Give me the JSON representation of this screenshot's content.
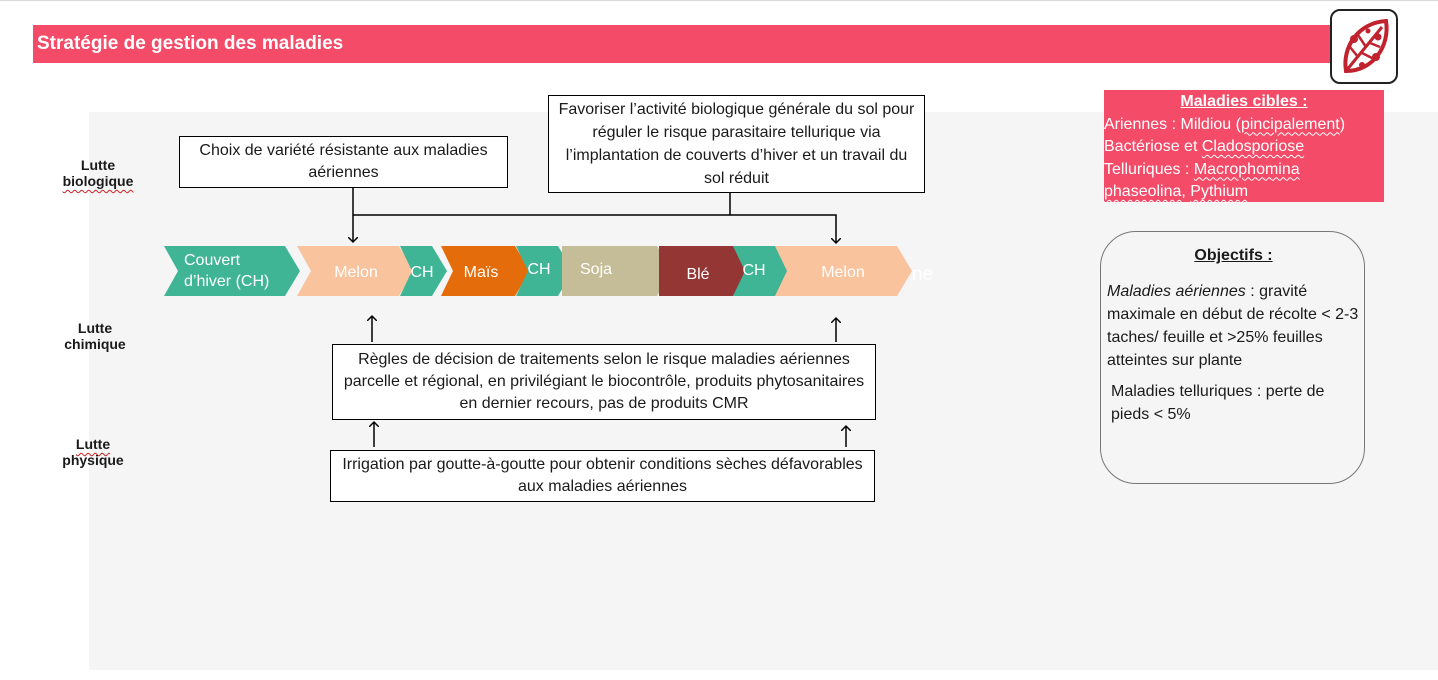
{
  "title": "Stratégie de gestion des maladies",
  "logo": {
    "icon": "diseased-leaf-icon",
    "color": "#c0222e"
  },
  "colors": {
    "title_bar": "#f34b68",
    "teal": "#3fb596",
    "peach": "#f8c39d",
    "orange": "#e46c0a",
    "khaki": "#c4bd97",
    "wine": "#943634"
  },
  "lutte_labels": {
    "biologique": {
      "line1": "Lutte",
      "line2": "biologique"
    },
    "chimique": {
      "line1": "Lutte",
      "line2": "chimique"
    },
    "physique": {
      "line1": "Lutte",
      "line2": "physique"
    }
  },
  "boxes": {
    "variete": "Choix de variété résistante aux maladies aériennes",
    "sol": "Favoriser l’activité biologique générale du sol pour réguler le risque parasitaire tellurique via l’implantation de couverts d’hiver et un travail du sol réduit",
    "regles": "Règles de décision de traitements selon le risque maladies aériennes parcelle et régional, en privilégiant le biocontrôle, produits phytosanitaires en dernier recours, pas de produits CMR",
    "irrigation": "Irrigation par goutte-à-goutte pour obtenir conditions sèches défavorables aux maladies aériennes"
  },
  "rotation": [
    {
      "line1": "Couvert",
      "line2": "d’hiver (CH)",
      "color": "#3fb596",
      "text_color": "#ffffff"
    },
    {
      "line1": "Melon",
      "line2": "",
      "color": "#f8c39d",
      "text_color": "#ffffff"
    },
    {
      "line1": "CH",
      "line2": "",
      "color": "#3fb596",
      "text_color": "#ffffff"
    },
    {
      "line1": "Maïs",
      "line2": "",
      "color": "#e46c0a",
      "text_color": "#ffffff"
    },
    {
      "line1": "CH",
      "line2": "",
      "color": "#3fb596",
      "text_color": "#ffffff"
    },
    {
      "line1": "Soja",
      "line2": "",
      "color": "#c4bd97",
      "text_color": "#ffffff"
    },
    {
      "line1": "Blé",
      "line2": "",
      "color": "#943634",
      "text_color": "#ffffff"
    },
    {
      "line1": "CH",
      "line2": "",
      "color": "#3fb596",
      "text_color": "#ffffff"
    },
    {
      "line1": "Melon",
      "line2": "",
      "color": "#f8c39d",
      "text_color": "#ffffff"
    }
  ],
  "ghost_text": "ne",
  "maladies_cibles": {
    "title": "Maladies cibles :",
    "ariennes_prefix": "Ariennes : Mildiou (",
    "ariennes_word": "pincipalement",
    "ariennes_suffix": ")",
    "bacteriose_prefix": "Bactériose et ",
    "bacteriose_word": "Cladosporiose",
    "telluriques_prefix": "Telluriques : ",
    "telluriques_word1": "Macrophomina",
    "telluriques_word2": "phaseolina",
    "telluriques_sep": ", ",
    "telluriques_word3": "Pythium"
  },
  "objectifs": {
    "title": "Objectifs :",
    "aeriennes_label": "Maladies aériennes",
    "aeriennes_text": " : gravité maximale en début de récolte < 2-3 taches/ feuille et >25% feuilles atteintes sur plante",
    "telluriques_text": "Maladies telluriques : perte de pieds < 5%"
  }
}
